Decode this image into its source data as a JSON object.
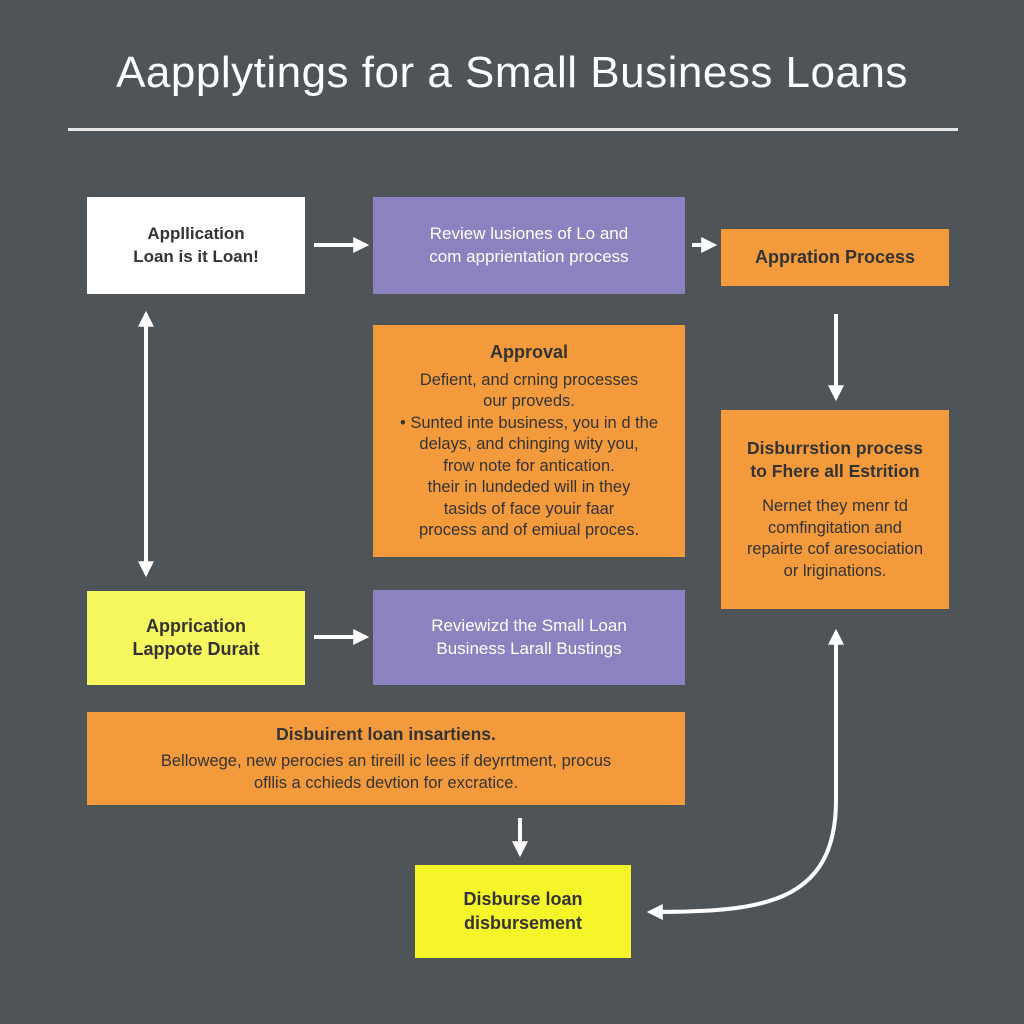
{
  "title": "Aapplytings for a Small Business Loans",
  "boxes": {
    "application": {
      "lines": [
        "Appllication",
        "Loan is it Loan!"
      ]
    },
    "review": {
      "lines": [
        "Review lusiones of Lo and",
        "com apprientation process"
      ]
    },
    "appration": {
      "lines": [
        "Appration Process"
      ]
    },
    "approval": {
      "heading": "Approval",
      "lines": [
        "Defient, and crning processes",
        "our proveds.",
        "• Sunted inte business, you in d the",
        "delays, and chinging wity you,",
        "frow note for antication.",
        "their in lundeded will in they",
        "tasids of face youir faar",
        "process and of emiual proces."
      ]
    },
    "disbursement_process": {
      "heading_lines": [
        "Disburrstion process",
        "to Fhere all Estrition"
      ],
      "lines": [
        "Nernet they menr td",
        "comfingitation and",
        "repairte cof aresociation",
        "or lriginations."
      ]
    },
    "apprication": {
      "lines": [
        "Apprication",
        "Lappote Durait"
      ]
    },
    "reviewized": {
      "lines": [
        "Reviewizd the Small Loan",
        "Business Larall Bustings"
      ]
    },
    "disbuirent": {
      "heading": "Disbuirent loan insartiens.",
      "lines": [
        "Bellowege, new perocies an tireill ic lees if deyrrtment, procus",
        "ofllis a cchieds devtion for excratice."
      ]
    },
    "disburse": {
      "lines": [
        "Disburse loan",
        "disbursement"
      ]
    }
  },
  "colors": {
    "background": "#4e5457",
    "white": "#ffffff",
    "purple": "#8c82c0",
    "orange": "#f39b3c",
    "yellow": "#f6f65e",
    "bright_yellow": "#f5f52a",
    "arrow": "#ffffff"
  }
}
